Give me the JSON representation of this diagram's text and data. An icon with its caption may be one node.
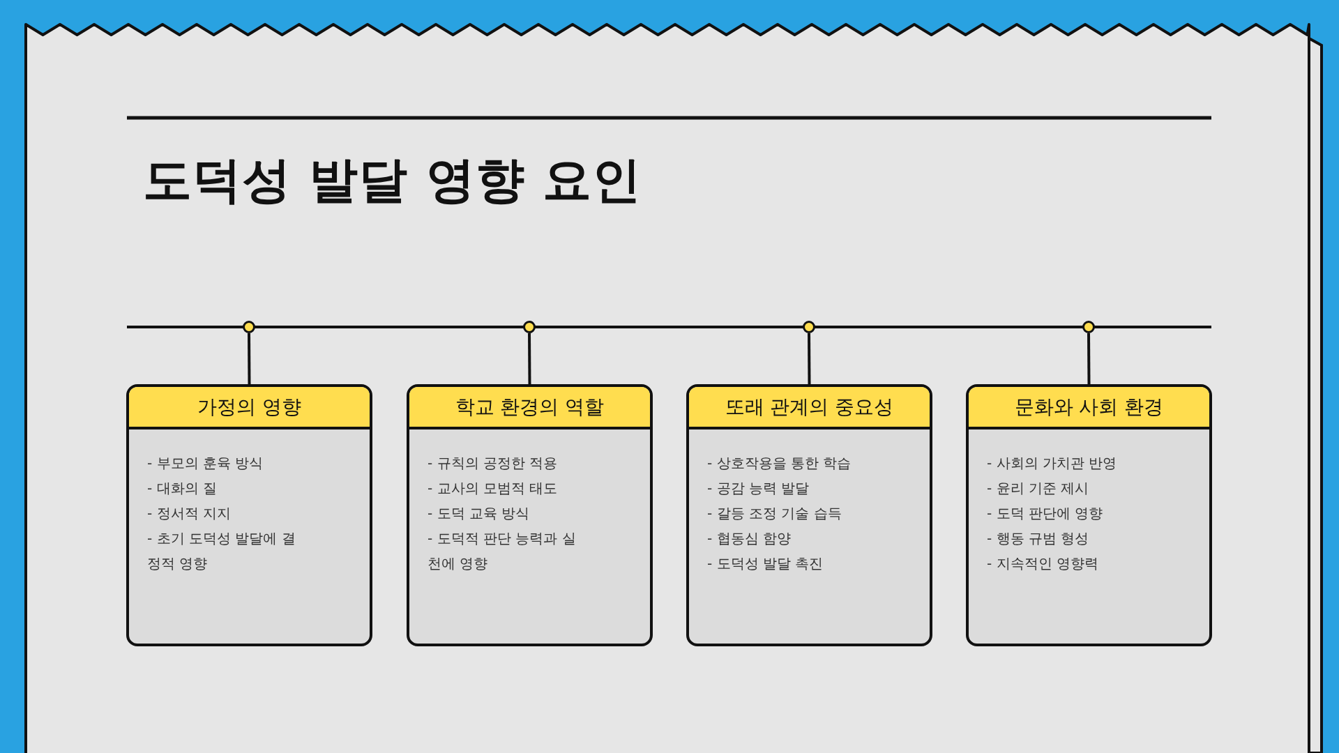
{
  "diagram": {
    "title": "도덕성 발달 영향 요인",
    "nodes": [
      {
        "text": [],
        "shape": "circle"
      },
      {
        "text": [],
        "shape": "circle"
      },
      {
        "text": [],
        "shape": "circle"
      },
      {
        "text": [],
        "shape": "circle"
      },
      {
        "text": [
          "가정의 영향",
          "- 부모의 훈육 방식",
          "- 대화의 질",
          "- 정서적 지지",
          "- 초기 도덕성 발달에 결정적 영향"
        ]
      },
      {
        "text": [
          "학교 환경의 역할",
          "- 규칙의 공정한 적용",
          "- 교사의 모범적 태도",
          "- 도덕 교육 방식",
          "- 도덕적 판단 능력과 실천에 영향"
        ]
      },
      {
        "text": [
          "또래 관계의 중요성",
          "- 상호작용을 통한 학습",
          "- 공감 능력 발달",
          "- 갈등 조정 기술 습득",
          "- 협동심 함양",
          "- 도덕성 발달 촉진"
        ]
      },
      {
        "text": [
          "문화와 사회 환경",
          "- 사회의 가치관 반영",
          "- 윤리 기준 제시",
          "- 도덕 판단에 영향",
          "- 행동 규범 형성",
          "- 지속적인 영향력"
        ]
      }
    ],
    "edges": [
      {
        "from": 0,
        "to": 4,
        "arrow": "none"
      },
      {
        "from": 1,
        "to": 5,
        "arrow": "none"
      },
      {
        "from": 2,
        "to": 6,
        "arrow": "none"
      },
      {
        "from": 3,
        "to": 7,
        "arrow": "none"
      }
    ]
  }
}
